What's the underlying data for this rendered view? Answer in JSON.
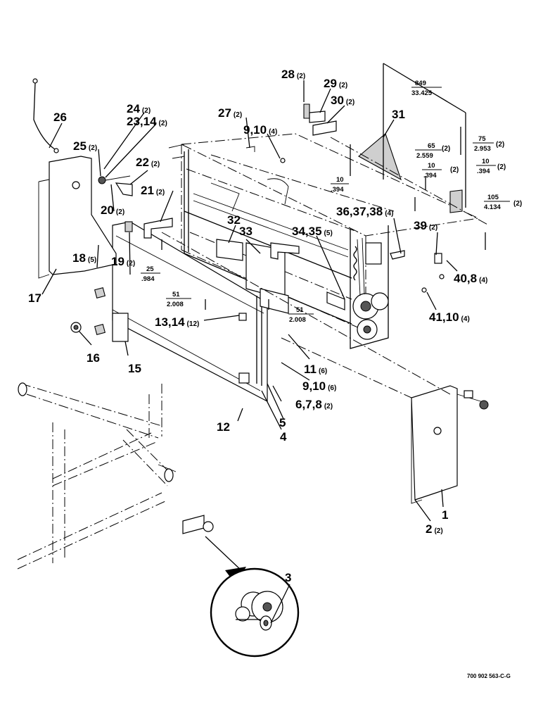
{
  "drawing": {
    "reference_number": "700 902 563-C-G"
  },
  "callouts": [
    {
      "id": "c26",
      "label": "26",
      "qty": ""
    },
    {
      "id": "c24",
      "label": "24",
      "qty": "(2)"
    },
    {
      "id": "c23",
      "label": "23,14",
      "qty": "(2)"
    },
    {
      "id": "c25",
      "label": "25",
      "qty": "(2)"
    },
    {
      "id": "c22",
      "label": "22",
      "qty": "(2)"
    },
    {
      "id": "c27",
      "label": "27",
      "qty": "(2)"
    },
    {
      "id": "c9a",
      "label": "9,10",
      "qty": "(4)"
    },
    {
      "id": "c28",
      "label": "28",
      "qty": "(2)"
    },
    {
      "id": "c29",
      "label": "29",
      "qty": "(2)"
    },
    {
      "id": "c30",
      "label": "30",
      "qty": "(2)"
    },
    {
      "id": "c31",
      "label": "31",
      "qty": ""
    },
    {
      "id": "c21",
      "label": "21",
      "qty": "(2)"
    },
    {
      "id": "c20",
      "label": "20",
      "qty": "(2)"
    },
    {
      "id": "c32",
      "label": "32",
      "qty": ""
    },
    {
      "id": "c33",
      "label": "33",
      "qty": ""
    },
    {
      "id": "c34",
      "label": "34,35",
      "qty": "(5)"
    },
    {
      "id": "c36",
      "label": "36,37,38",
      "qty": "(4)"
    },
    {
      "id": "c39",
      "label": "39",
      "qty": "(2)"
    },
    {
      "id": "c18",
      "label": "18",
      "qty": "(5)"
    },
    {
      "id": "c19",
      "label": "19",
      "qty": "(2)"
    },
    {
      "id": "c17",
      "label": "17",
      "qty": ""
    },
    {
      "id": "c40",
      "label": "40,8",
      "qty": "(4)"
    },
    {
      "id": "c41",
      "label": "41,10",
      "qty": "(4)"
    },
    {
      "id": "c13",
      "label": "13,14",
      "qty": "(12)"
    },
    {
      "id": "c16",
      "label": "16",
      "qty": ""
    },
    {
      "id": "c15",
      "label": "15",
      "qty": ""
    },
    {
      "id": "c11",
      "label": "11",
      "qty": "(6)"
    },
    {
      "id": "c9b",
      "label": "9,10",
      "qty": "(6)"
    },
    {
      "id": "c6",
      "label": "6,7,8",
      "qty": "(2)"
    },
    {
      "id": "c5",
      "label": "5",
      "qty": ""
    },
    {
      "id": "c12",
      "label": "12",
      "qty": ""
    },
    {
      "id": "c4",
      "label": "4",
      "qty": ""
    },
    {
      "id": "c1",
      "label": "1",
      "qty": ""
    },
    {
      "id": "c2",
      "label": "2",
      "qty": "(2)"
    },
    {
      "id": "c3",
      "label": "3",
      "qty": ""
    }
  ],
  "dimensions": [
    {
      "id": "d849",
      "top": "849",
      "bottom": "33.425",
      "qty": ""
    },
    {
      "id": "d75",
      "top": "75",
      "bottom": "2.953",
      "qty": "(2)"
    },
    {
      "id": "d65",
      "top": "65",
      "bottom": "2.559",
      "qty": "(2)"
    },
    {
      "id": "d10a",
      "top": "10",
      "bottom": ".394",
      "qty": "(2)"
    },
    {
      "id": "d10b",
      "top": "10",
      "bottom": ".394",
      "qty": "(2)"
    },
    {
      "id": "d10c",
      "top": "10",
      "bottom": ".394",
      "qty": ""
    },
    {
      "id": "d105",
      "top": "105",
      "bottom": "4.134",
      "qty": "(2)"
    },
    {
      "id": "d25",
      "top": "25",
      "bottom": ".984",
      "qty": ""
    },
    {
      "id": "d51a",
      "top": "51",
      "bottom": "2.008",
      "qty": ""
    },
    {
      "id": "d51b",
      "top": "51",
      "bottom": "2.008",
      "qty": ""
    }
  ]
}
